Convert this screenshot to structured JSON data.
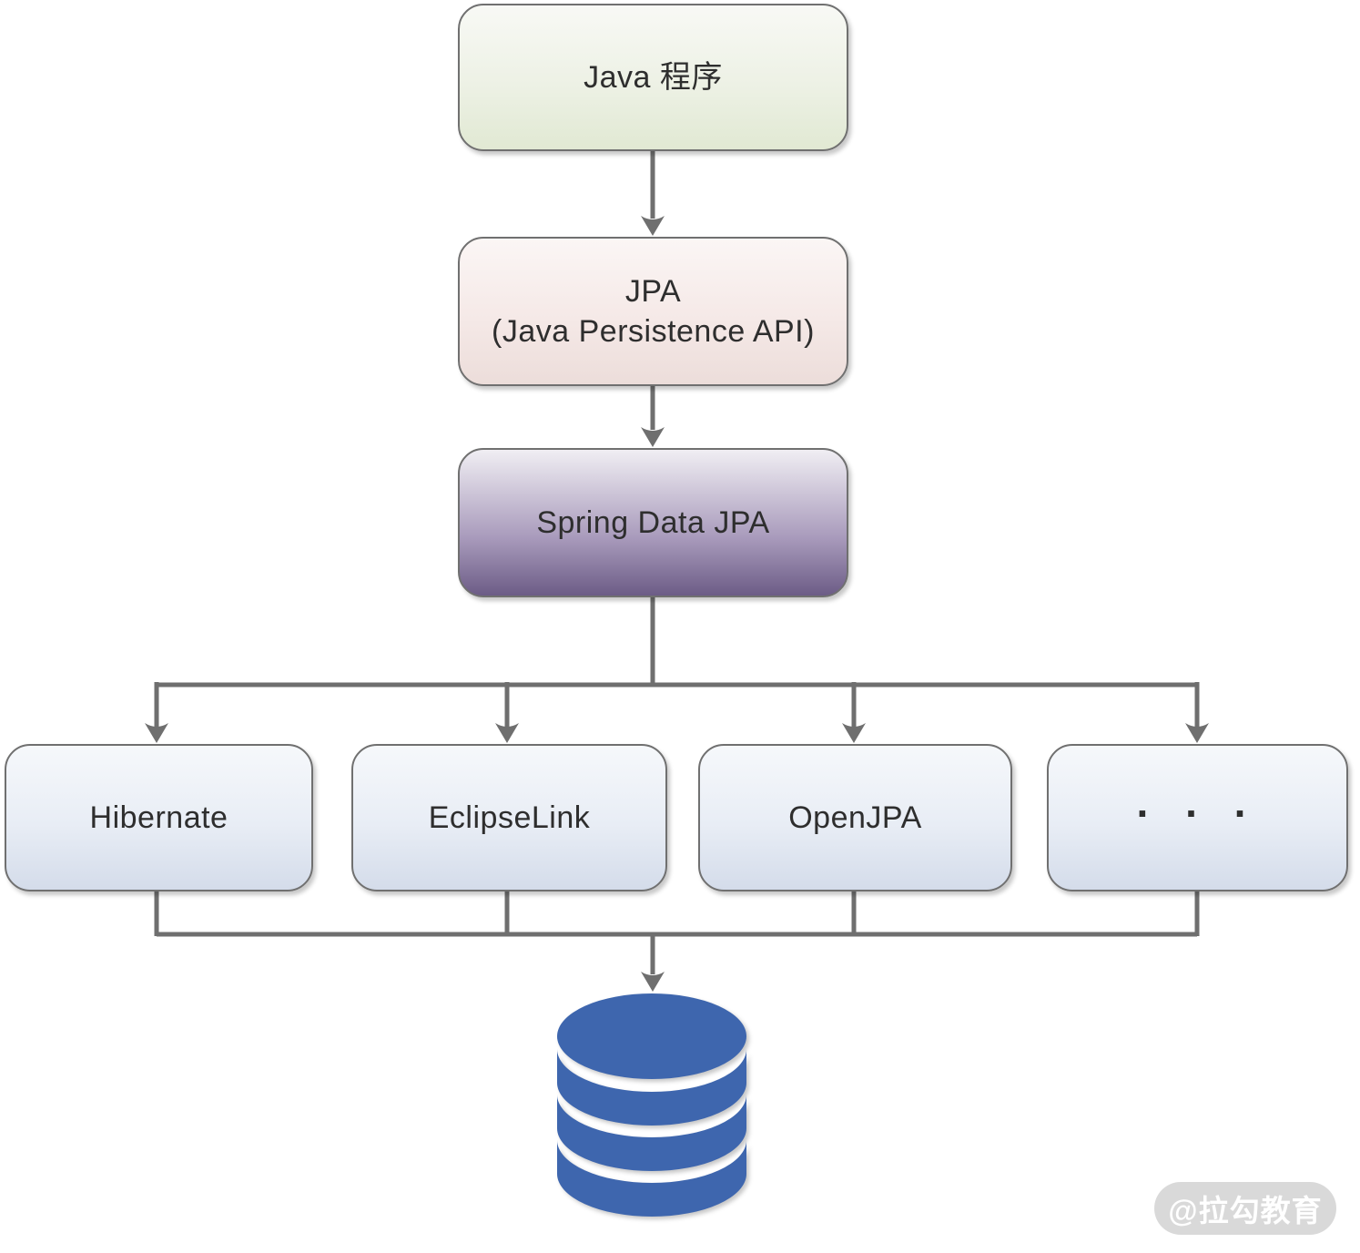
{
  "diagram": {
    "description": "JPA / Spring Data JPA architecture flow diagram",
    "nodes": {
      "java_app": {
        "label": "Java 程序",
        "fill_top": "#F8F9F5",
        "fill_bottom": "#E1E9D3"
      },
      "jpa": {
        "label": "JPA",
        "sublabel": "(Java Persistence API)",
        "fill_top": "#FBF6F5",
        "fill_bottom": "#ECDDDA"
      },
      "spring_data": {
        "label": "Spring Data JPA",
        "fill_top": "#F0EEF3",
        "fill_bottom": "#6C5C86"
      },
      "hibernate": {
        "label": "Hibernate",
        "fill_top": "#F6F8FB",
        "fill_bottom": "#D4DCEA"
      },
      "eclipselink": {
        "label": "EclipseLink",
        "fill_top": "#F6F8FB",
        "fill_bottom": "#D4DCEA"
      },
      "openjpa": {
        "label": "OpenJPA",
        "fill_top": "#F6F8FB",
        "fill_bottom": "#D4DCEA"
      },
      "others": {
        "label": ". . .",
        "fill_top": "#F6F8FB",
        "fill_bottom": "#D4DCEA"
      },
      "database": {
        "icon": "database-cylinder-icon",
        "color": "#3E66AE"
      }
    },
    "edges": [
      {
        "from": "java_app",
        "to": "jpa",
        "arrow": true
      },
      {
        "from": "jpa",
        "to": "spring_data",
        "arrow": true
      },
      {
        "from": "spring_data",
        "to": "hibernate",
        "arrow": true
      },
      {
        "from": "spring_data",
        "to": "eclipselink",
        "arrow": true
      },
      {
        "from": "spring_data",
        "to": "openjpa",
        "arrow": true
      },
      {
        "from": "spring_data",
        "to": "others",
        "arrow": true
      },
      {
        "from": "hibernate",
        "to": "database",
        "arrow": true
      },
      {
        "from": "eclipselink",
        "to": "database",
        "arrow": true
      },
      {
        "from": "openjpa",
        "to": "database",
        "arrow": true
      },
      {
        "from": "others",
        "to": "database",
        "arrow": true
      }
    ],
    "styles": {
      "connector_color": "#6F6F6F",
      "box_border_color": "#707070",
      "text_color": "#2E2E2E",
      "background_color": "#FFFFFF"
    }
  },
  "watermark": {
    "label": "@拉勾教育"
  }
}
